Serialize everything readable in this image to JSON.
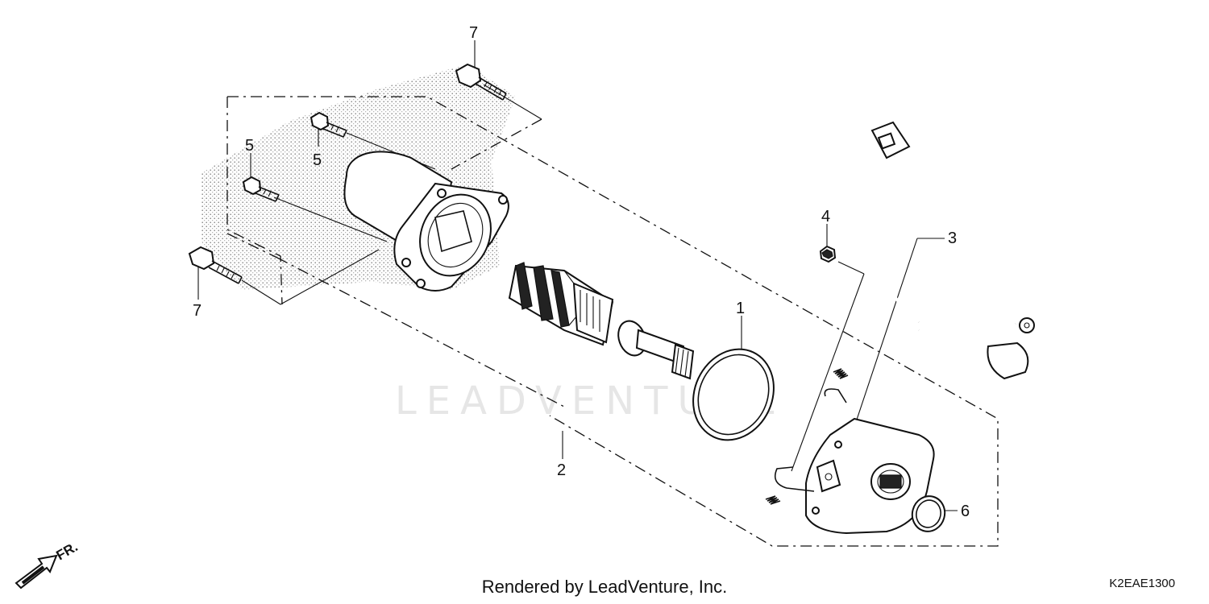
{
  "diagram": {
    "callouts": [
      {
        "id": "c7-top",
        "text": "7"
      },
      {
        "id": "c5-a",
        "text": "5"
      },
      {
        "id": "c5-b",
        "text": "5"
      },
      {
        "id": "c7-left",
        "text": "7"
      },
      {
        "id": "c4",
        "text": "4"
      },
      {
        "id": "c3",
        "text": "3"
      },
      {
        "id": "c1",
        "text": "1"
      },
      {
        "id": "c2",
        "text": "2"
      },
      {
        "id": "c6",
        "text": "6"
      }
    ],
    "direction_label": "FR.",
    "watermark": "LEADVENTURE"
  },
  "footer": {
    "credit": "Rendered by LeadVenture, Inc.",
    "diagram_code": "K2EAE1300"
  }
}
